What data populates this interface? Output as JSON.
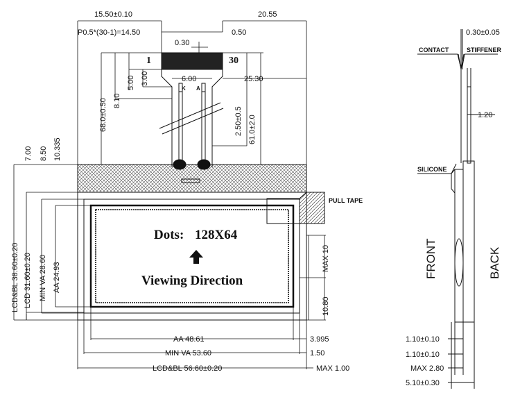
{
  "dimensions": {
    "top_15_50": "15.50±0.10",
    "top_20_55": "20.55",
    "pitch": "P0.5*(30-1)=14.50",
    "pin_0_50": "0.50",
    "pin_0_30": "0.30",
    "pin_6_00": "6.00",
    "fpc_25_30": "25.30",
    "v_68_0": "68.0±0.50",
    "v_8_10": "8.10",
    "v_5_00": "5.00",
    "v_3_00": "3.00",
    "v_2_50": "2.50±0.5",
    "v_61_0": "61.0±2.0",
    "v_7_00": "7.00",
    "v_8_50": "8.50",
    "v_10_335": "10.335",
    "v_lcdbl": "LCD&BL 38.60±0.20",
    "v_lcd": "LCD 31.60±0.20",
    "v_minva": "MIN VA 28.60",
    "v_aa": "AA 24.93",
    "v_max10": "MAX 10",
    "v_10_80": "10.80",
    "h_aa": "AA 48.61",
    "h_3_995": "3.995",
    "h_minva": "MIN VA 53.60",
    "h_1_50": "1.50",
    "h_lcdbl": "LCD&BL 56.60±0.20",
    "h_max1": "MAX 1.00",
    "s_0_30": "0.30±0.05",
    "s_1_20": "1.20",
    "s_1_10a": "1.10±0.10",
    "s_1_10b": "1.10±0.10",
    "s_max28": "MAX 2.80",
    "s_5_10": "5.10±0.30"
  },
  "labels": {
    "pin_first": "1",
    "pin_last": "30",
    "pin_k": "K",
    "pin_a": "A",
    "dots": "Dots:",
    "resolution": "128X64",
    "viewing": "Viewing Direction",
    "pull_tape": "PULL TAPE",
    "contact": "CONTACT",
    "stiffener": "STIFFENER",
    "silicone": "SILICONE",
    "front": "FRONT",
    "back": "BACK"
  }
}
